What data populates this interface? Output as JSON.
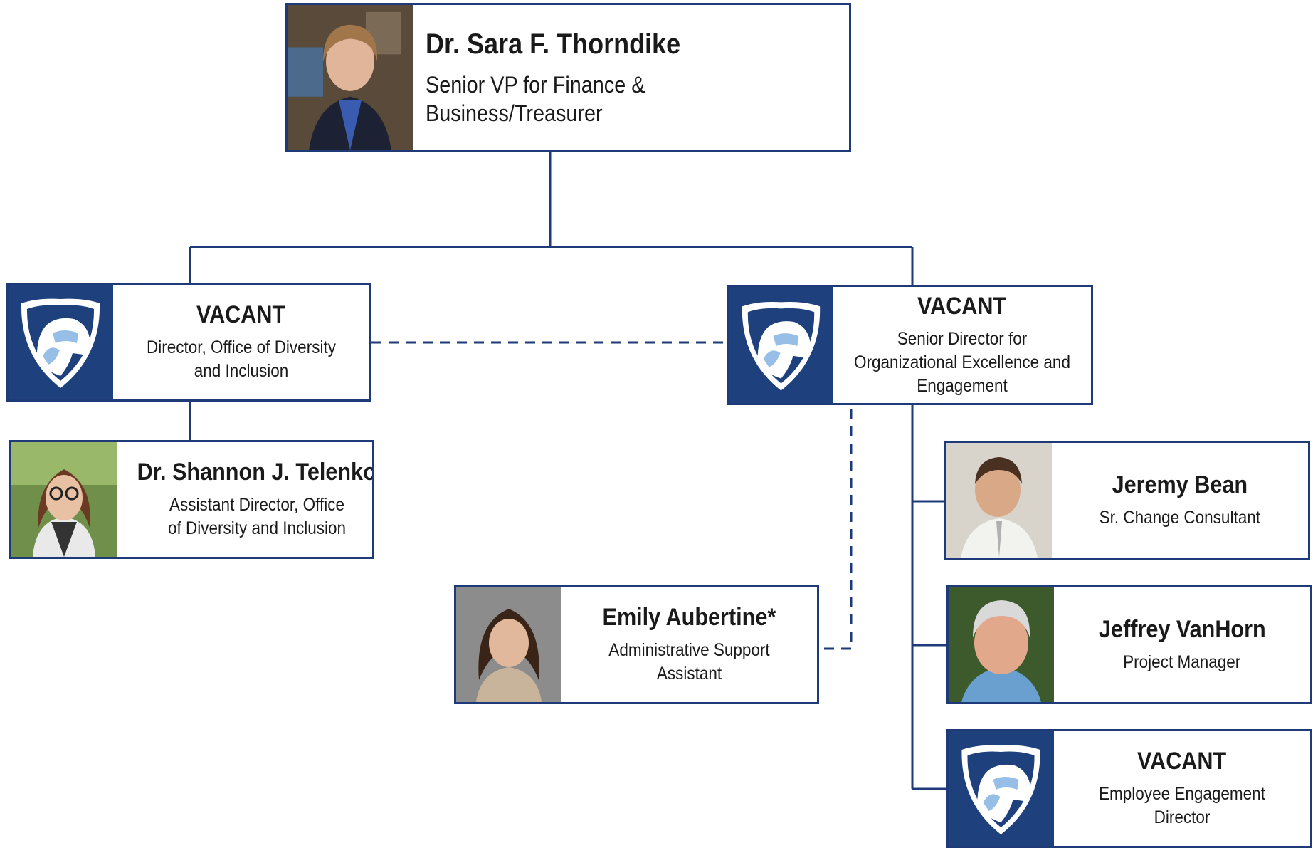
{
  "colors": {
    "border": "#1e3a78",
    "navy": "#1e407c",
    "light_blue": "#96bee6"
  },
  "top": {
    "name": "Dr. Sara F. Thorndike",
    "title": "Senior VP for Finance & Business/Treasurer",
    "photo": "portrait-photo"
  },
  "odi_director": {
    "name": "VACANT",
    "title": "Director, Office of Diversity and Inclusion",
    "icon": "nittany-lion-shield-icon"
  },
  "oee_director": {
    "name": "VACANT",
    "title": "Senior Director for Organizational Excellence and Engagement",
    "icon": "nittany-lion-shield-icon"
  },
  "odi_assistant": {
    "name": "Dr. Shannon J. Telenko",
    "title": "Assistant Director, Office of Diversity and Inclusion",
    "photo": "portrait-photo"
  },
  "admin_support": {
    "name": "Emily Aubertine*",
    "title": "Administrative Support Assistant",
    "photo": "portrait-photo"
  },
  "change_consultant": {
    "name": "Jeremy Bean",
    "title": "Sr. Change Consultant",
    "photo": "portrait-photo"
  },
  "project_manager": {
    "name": "Jeffrey VanHorn",
    "title": "Project Manager",
    "photo": "portrait-photo"
  },
  "engagement_director": {
    "name": "VACANT",
    "title": "Employee Engagement Director",
    "icon": "nittany-lion-shield-icon"
  }
}
